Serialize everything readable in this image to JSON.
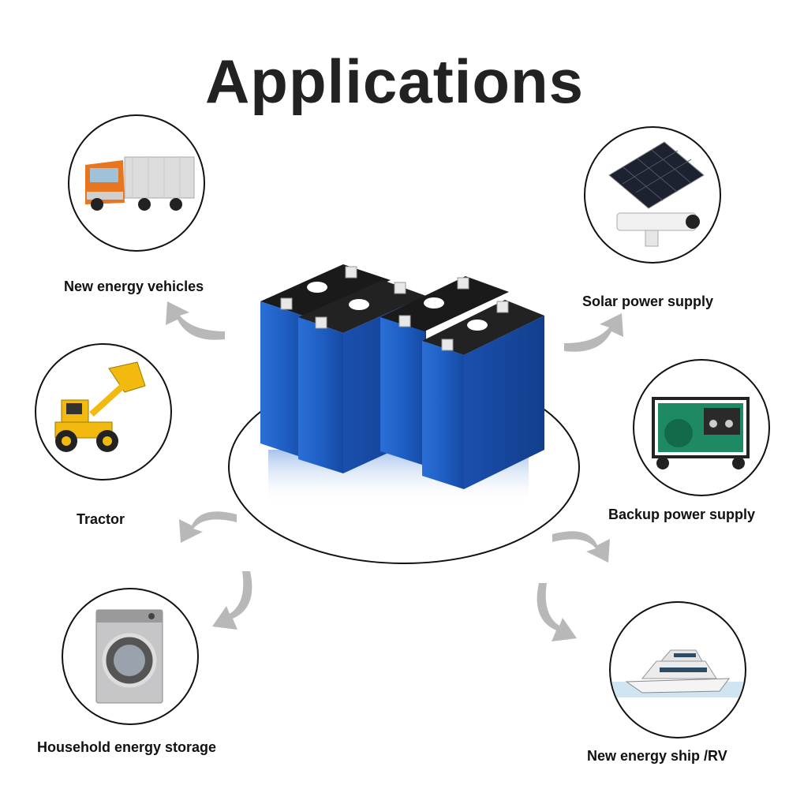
{
  "title": "Applications",
  "applications": [
    {
      "label": "New energy vehicles",
      "icon": "truck-icon"
    },
    {
      "label": "Solar power supply",
      "icon": "solar-camera-icon"
    },
    {
      "label": "Tractor",
      "icon": "wheel-loader-icon"
    },
    {
      "label": "Backup power supply",
      "icon": "generator-icon"
    },
    {
      "label": "Household energy storage",
      "icon": "washing-machine-icon"
    },
    {
      "label": "New energy ship /RV",
      "icon": "yacht-icon"
    }
  ],
  "colors": {
    "battery_blue": "#1f5fc4",
    "battery_top": "#1a1a1a",
    "arrow_gray": "#b8b8b8",
    "truck_cab": "#e8751f",
    "loader_yellow": "#f2b90f",
    "generator_green": "#1d8a63"
  }
}
